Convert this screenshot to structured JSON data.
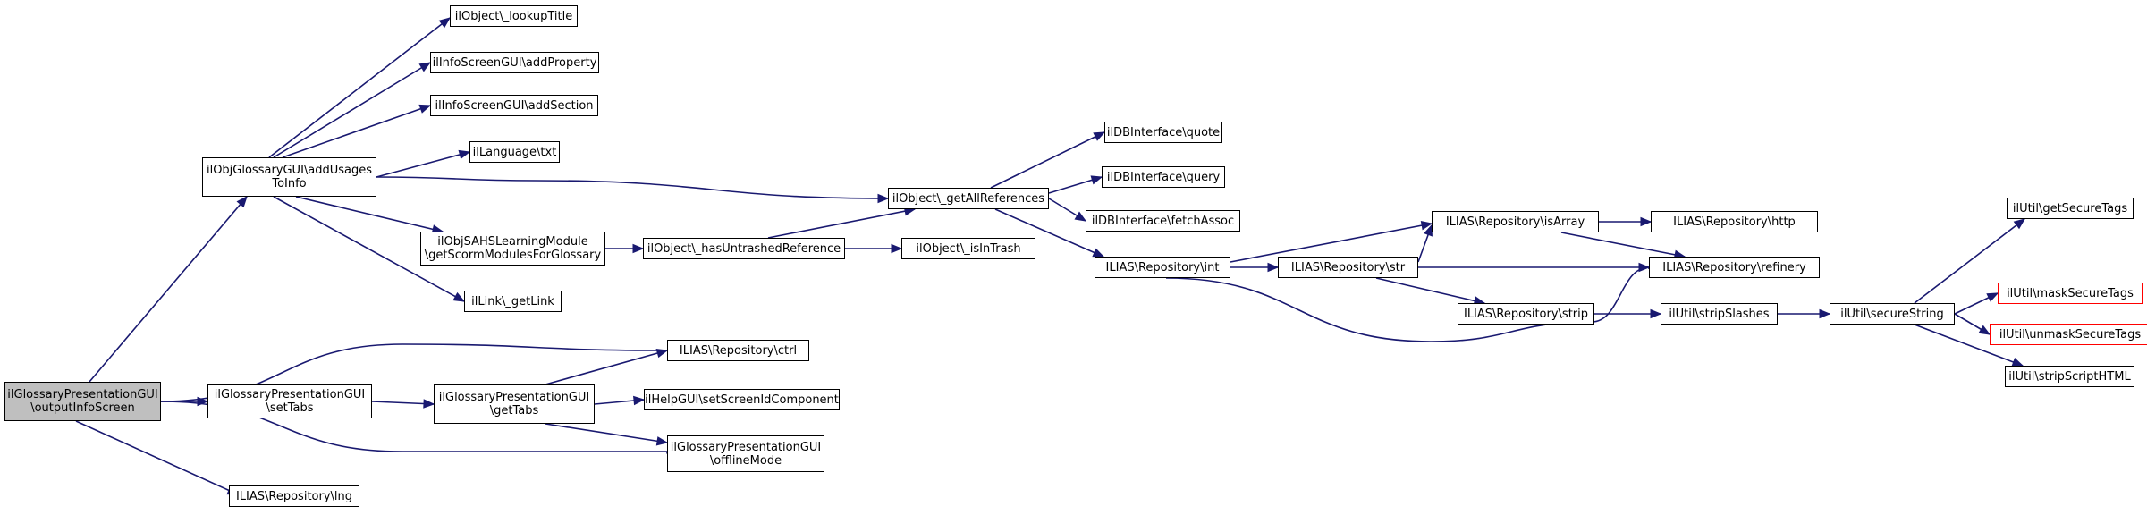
{
  "colors": {
    "edge": "#191970",
    "node_border": "#000000",
    "root_fill": "#bfbfbf",
    "truncated_border": "#ff0000",
    "background": "#ffffff"
  },
  "nodes": [
    {
      "id": "n0",
      "label": "ilGlossaryPresentationGUI\n\\outputInfoScreen",
      "root": true
    },
    {
      "id": "n1",
      "label": "ilObjGlossaryGUI\\addUsages\nToInfo"
    },
    {
      "id": "n2",
      "label": "ilGlossaryPresentationGUI\n\\setTabs"
    },
    {
      "id": "n3",
      "label": "ILIAS\\Repository\\ctrl"
    },
    {
      "id": "n4",
      "label": "ilGlossaryPresentationGUI\n\\offlineMode"
    },
    {
      "id": "n5",
      "label": "ILIAS\\Repository\\lng"
    },
    {
      "id": "n6",
      "label": "ilObject\\_lookupTitle"
    },
    {
      "id": "n7",
      "label": "ilInfoScreenGUI\\addProperty"
    },
    {
      "id": "n8",
      "label": "ilInfoScreenGUI\\addSection"
    },
    {
      "id": "n9",
      "label": "ilLanguage\\txt"
    },
    {
      "id": "n10",
      "label": "ilObjSAHSLearningModule\n\\getScormModulesForGlossary"
    },
    {
      "id": "n11",
      "label": "ilLink\\_getLink"
    },
    {
      "id": "n12",
      "label": "ilObject\\_getAllReferences"
    },
    {
      "id": "n13",
      "label": "ilObject\\_hasUntrashedReference"
    },
    {
      "id": "n14",
      "label": "ilObject\\_isInTrash"
    },
    {
      "id": "n15",
      "label": "ilDBInterface\\quote"
    },
    {
      "id": "n16",
      "label": "ilDBInterface\\query"
    },
    {
      "id": "n17",
      "label": "ilDBInterface\\fetchAssoc"
    },
    {
      "id": "n18",
      "label": "ILIAS\\Repository\\int"
    },
    {
      "id": "n19",
      "label": "ILIAS\\Repository\\isArray"
    },
    {
      "id": "n20",
      "label": "ILIAS\\Repository\\str"
    },
    {
      "id": "n21",
      "label": "ILIAS\\Repository\\refinery"
    },
    {
      "id": "n22",
      "label": "ILIAS\\Repository\\http"
    },
    {
      "id": "n23",
      "label": "ILIAS\\Repository\\strip"
    },
    {
      "id": "n24",
      "label": "ilUtil\\stripSlashes"
    },
    {
      "id": "n25",
      "label": "ilUtil\\secureString"
    },
    {
      "id": "n26",
      "label": "ilUtil\\getSecureTags"
    },
    {
      "id": "n27",
      "label": "ilUtil\\maskSecureTags",
      "truncated": true
    },
    {
      "id": "n28",
      "label": "ilUtil\\unmaskSecureTags",
      "truncated": true
    },
    {
      "id": "n29",
      "label": "ilUtil\\stripScriptHTML"
    },
    {
      "id": "n30",
      "label": "ilGlossaryPresentationGUI\n\\getTabs"
    },
    {
      "id": "n31",
      "label": "ilHelpGUI\\setScreenIdComponent"
    }
  ],
  "edges": [
    [
      "n0",
      "n1"
    ],
    [
      "n0",
      "n3"
    ],
    [
      "n0",
      "n2"
    ],
    [
      "n0",
      "n4"
    ],
    [
      "n0",
      "n5"
    ],
    [
      "n1",
      "n6"
    ],
    [
      "n1",
      "n7"
    ],
    [
      "n1",
      "n8"
    ],
    [
      "n1",
      "n9"
    ],
    [
      "n1",
      "n12"
    ],
    [
      "n1",
      "n10"
    ],
    [
      "n1",
      "n11"
    ],
    [
      "n10",
      "n13"
    ],
    [
      "n13",
      "n12"
    ],
    [
      "n13",
      "n14"
    ],
    [
      "n12",
      "n15"
    ],
    [
      "n12",
      "n16"
    ],
    [
      "n12",
      "n17"
    ],
    [
      "n12",
      "n18"
    ],
    [
      "n18",
      "n19"
    ],
    [
      "n18",
      "n20"
    ],
    [
      "n18",
      "n21"
    ],
    [
      "n20",
      "n19"
    ],
    [
      "n20",
      "n21"
    ],
    [
      "n20",
      "n23"
    ],
    [
      "n19",
      "n22"
    ],
    [
      "n19",
      "n21"
    ],
    [
      "n23",
      "n24"
    ],
    [
      "n24",
      "n25"
    ],
    [
      "n25",
      "n26"
    ],
    [
      "n25",
      "n27"
    ],
    [
      "n25",
      "n28"
    ],
    [
      "n25",
      "n29"
    ],
    [
      "n2",
      "n30"
    ],
    [
      "n30",
      "n3"
    ],
    [
      "n30",
      "n31"
    ],
    [
      "n30",
      "n4"
    ]
  ]
}
